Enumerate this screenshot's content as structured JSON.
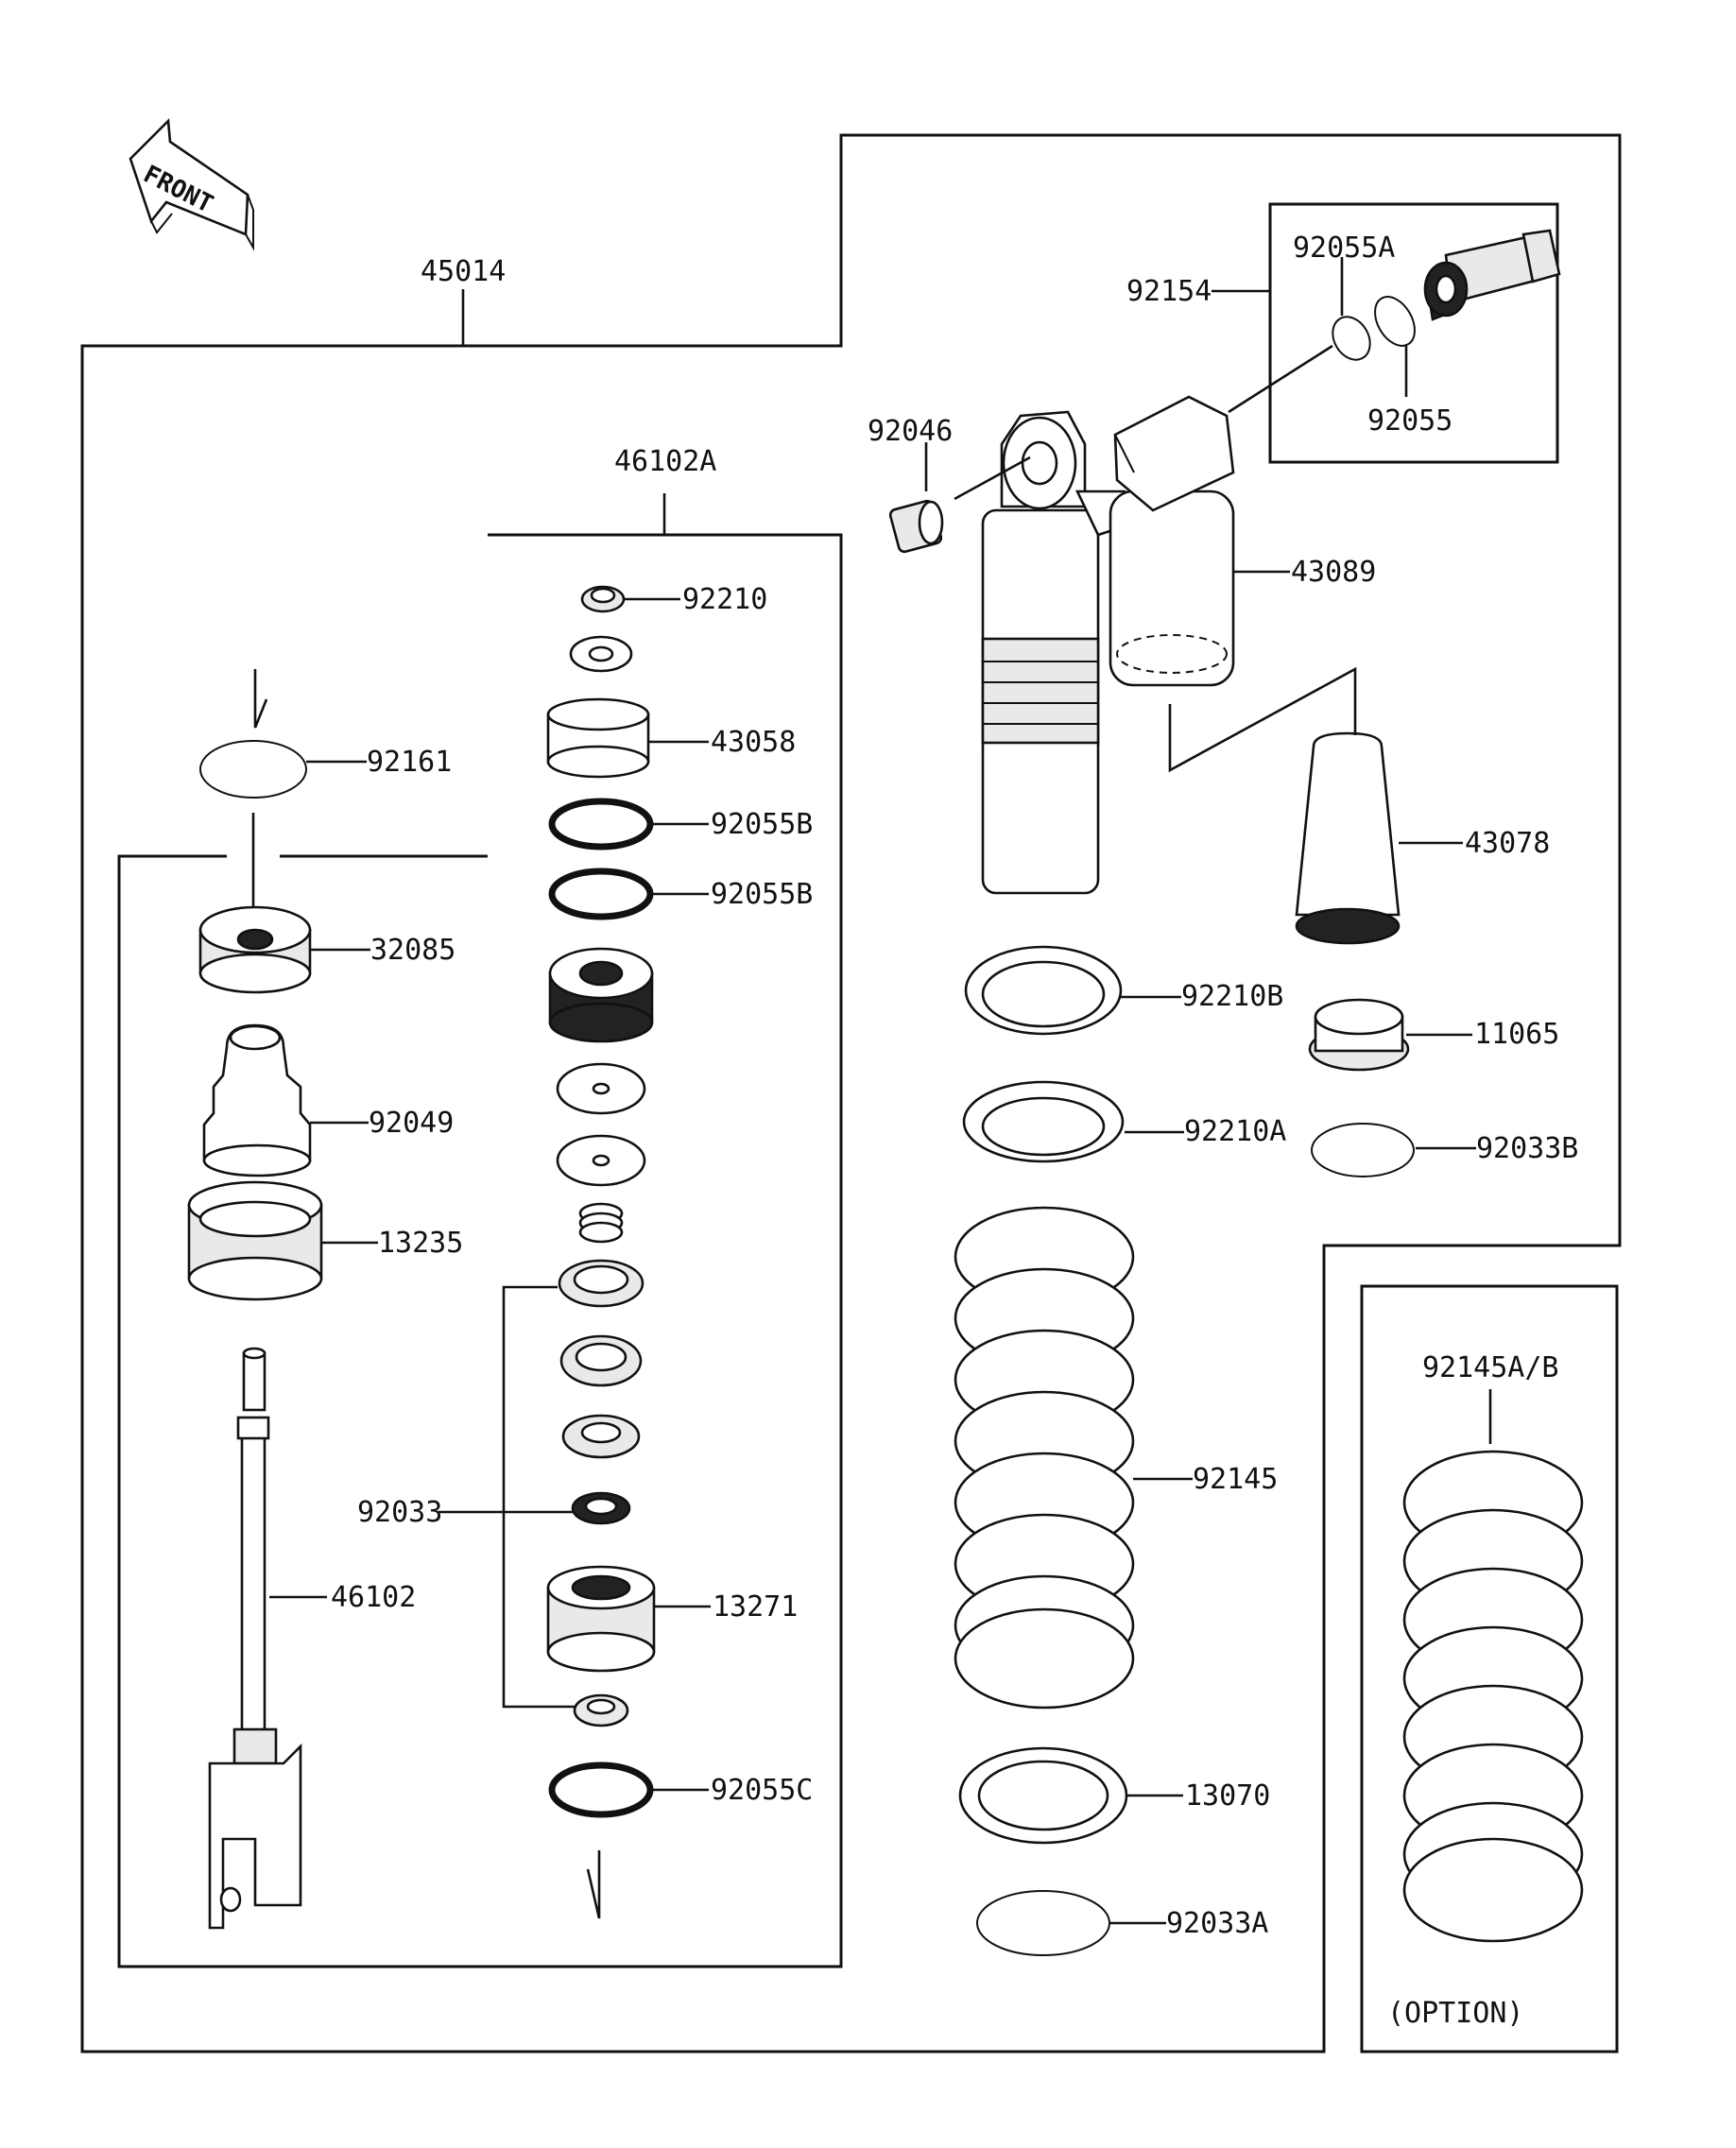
{
  "front_label": "FRONT",
  "assembly_labels": {
    "shock_assembly": "45014",
    "piston_rod_assembly": "46102A",
    "reservoir_valve_kit": "92154",
    "option_spring": "92145A/B",
    "option_note": "(OPTION)"
  },
  "callouts": [
    {
      "id": "92055A",
      "label": "92055A"
    },
    {
      "id": "92055",
      "label": "92055"
    },
    {
      "id": "92046",
      "label": "92046"
    },
    {
      "id": "43089",
      "label": "43089"
    },
    {
      "id": "43078",
      "label": "43078"
    },
    {
      "id": "92210B",
      "label": "92210B"
    },
    {
      "id": "11065",
      "label": "11065"
    },
    {
      "id": "92210A",
      "label": "92210A"
    },
    {
      "id": "92033B",
      "label": "92033B"
    },
    {
      "id": "92145",
      "label": "92145"
    },
    {
      "id": "13070",
      "label": "13070"
    },
    {
      "id": "92033A",
      "label": "92033A"
    },
    {
      "id": "92210",
      "label": "92210"
    },
    {
      "id": "43058",
      "label": "43058"
    },
    {
      "id": "92055B-1",
      "label": "92055B"
    },
    {
      "id": "92055B-2",
      "label": "92055B"
    },
    {
      "id": "92033",
      "label": "92033"
    },
    {
      "id": "13271",
      "label": "13271"
    },
    {
      "id": "92161",
      "label": "92161"
    },
    {
      "id": "32085",
      "label": "32085"
    },
    {
      "id": "92049",
      "label": "92049"
    },
    {
      "id": "13235",
      "label": "13235"
    },
    {
      "id": "46102",
      "label": "46102"
    },
    {
      "id": "92055C",
      "label": "92055C"
    }
  ]
}
